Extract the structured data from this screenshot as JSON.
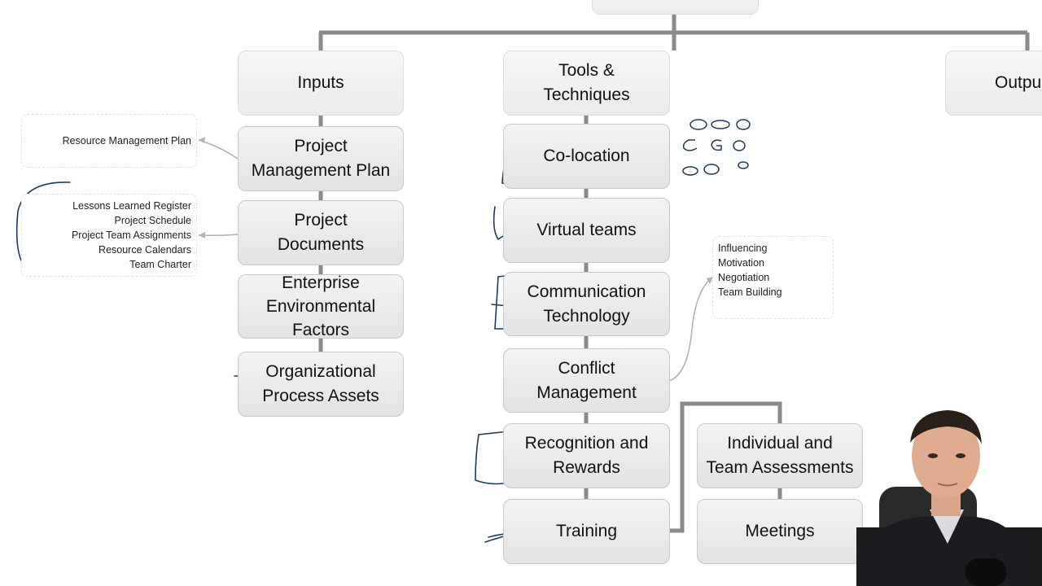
{
  "columns": {
    "inputs": "Inputs",
    "tools": "Tools &\nTechniques",
    "outputs": "Outpu"
  },
  "inputs": [
    "Project\nManagement Plan",
    "Project\nDocuments",
    "Enterprise\nEnvironmental\nFactors",
    "Organizational\nProcess Assets"
  ],
  "tools": [
    "Co-location",
    "Virtual teams",
    "Communication\nTechnology",
    "Conflict\nManagement",
    "Recognition and\nRewards",
    "Training"
  ],
  "tools_extra": [
    "Individual and\nTeam Assessments",
    "Meetings"
  ],
  "notes": {
    "pmp": [
      "Resource Management Plan"
    ],
    "documents": [
      "Lessons Learned Register",
      "Project Schedule",
      "Project Team Assignments",
      "Resource Calendars",
      "Team Charter"
    ],
    "conflict": [
      "Influencing",
      "Motivation",
      "Negotiation",
      "Team Building"
    ]
  },
  "colors": {
    "connector": "#8a8a8a",
    "box_border": "#c9c9c9",
    "ink": "#1d3a5a"
  }
}
